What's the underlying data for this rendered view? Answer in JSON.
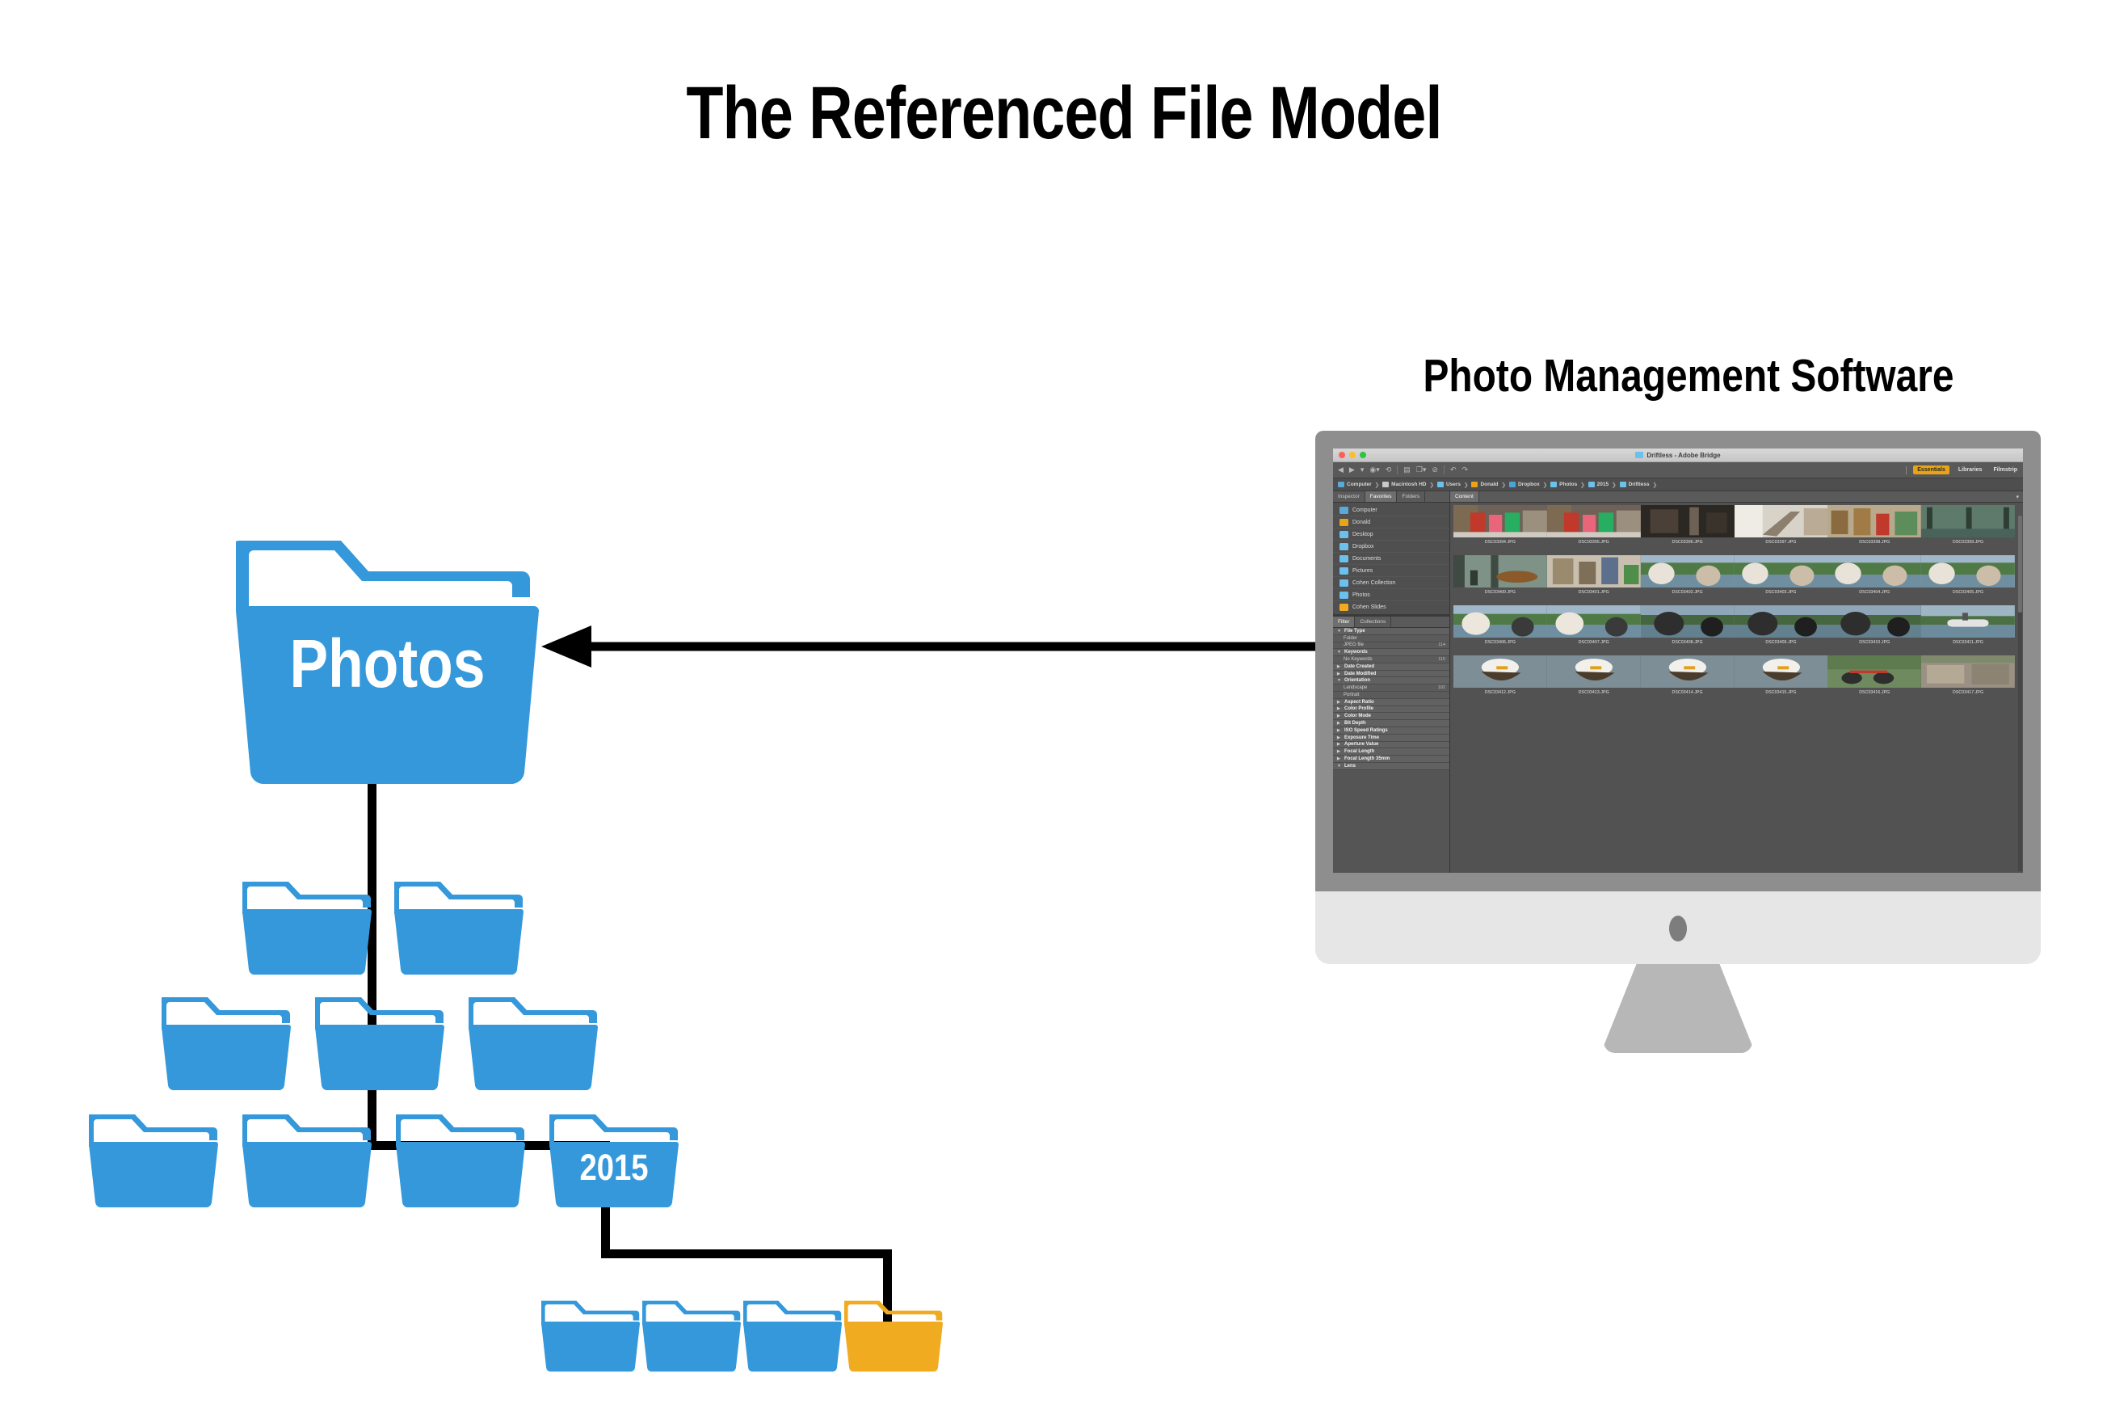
{
  "title": "The Referenced File Model",
  "subtitle": "Photo Management Software",
  "colors": {
    "folder_blue": "#3498db",
    "folder_orange": "#f0ab21",
    "connector_black": "#000000",
    "accent_orange": "#e8a317",
    "background": "#ffffff"
  },
  "tree": {
    "root_label": "Photos",
    "highlight_label": "2015",
    "levels": [
      {
        "name": "root",
        "folders": [
          "Photos"
        ]
      },
      {
        "name": "level-1",
        "folders": [
          "",
          ""
        ]
      },
      {
        "name": "level-2",
        "folders": [
          "",
          "",
          ""
        ]
      },
      {
        "name": "level-3",
        "folders": [
          "",
          "",
          "",
          "2015"
        ]
      },
      {
        "name": "level-4",
        "folders": [
          "",
          "",
          "",
          ""
        ]
      }
    ],
    "arrow": {
      "direction": "left",
      "from": "photo-management-software",
      "to": "photos-folder"
    }
  },
  "bridge": {
    "window_title": "Driftless - Adobe Bridge",
    "traffic_lights": [
      "close",
      "minimize",
      "zoom"
    ],
    "toolbar_icons": [
      "back-arrow-icon",
      "forward-arrow-icon",
      "chevron-down-icon",
      "camera-import-icon",
      "refine-icon",
      "rotate-ccw-icon",
      "open-in-icon",
      "new-folder-icon",
      "delete-icon",
      "undo-icon",
      "redo-icon"
    ],
    "workspace_tabs": [
      {
        "label": "Essentials",
        "active": true
      },
      {
        "label": "Libraries",
        "active": false
      },
      {
        "label": "Filmstrip",
        "active": false
      }
    ],
    "breadcrumb": [
      {
        "label": "Computer",
        "icon": "computer-icon"
      },
      {
        "label": "Macintosh HD",
        "icon": "drive-icon"
      },
      {
        "label": "Users",
        "icon": "folder-icon"
      },
      {
        "label": "Donald",
        "icon": "home-icon"
      },
      {
        "label": "Dropbox",
        "icon": "dropbox-icon"
      },
      {
        "label": "Photos",
        "icon": "folder-icon"
      },
      {
        "label": "2015",
        "icon": "folder-icon"
      },
      {
        "label": "Driftless",
        "icon": "folder-icon"
      }
    ],
    "left_panel_tabs": [
      {
        "label": "Inspector",
        "active": false
      },
      {
        "label": "Favorites",
        "active": true
      },
      {
        "label": "Folders",
        "active": false
      }
    ],
    "favorites": [
      {
        "label": "Computer",
        "icon": "computer-icon",
        "color": "#5aa9d6"
      },
      {
        "label": "Donald",
        "icon": "home-icon",
        "color": "#e8a317"
      },
      {
        "label": "Desktop",
        "icon": "folder-icon",
        "color": "#6bc0ec"
      },
      {
        "label": "Dropbox",
        "icon": "dropbox-icon",
        "color": "#6bc0ec"
      },
      {
        "label": "Documents",
        "icon": "folder-icon",
        "color": "#6bc0ec"
      },
      {
        "label": "Pictures",
        "icon": "folder-icon",
        "color": "#6bc0ec"
      },
      {
        "label": "Cohen Collection",
        "icon": "folder-icon",
        "color": "#6bc0ec"
      },
      {
        "label": "Photos",
        "icon": "folder-icon",
        "color": "#6bc0ec"
      },
      {
        "label": "Cohen Slides",
        "icon": "folder-icon",
        "color": "#f0ab21"
      }
    ],
    "filter_panel_tabs": [
      {
        "label": "Filter",
        "active": true
      },
      {
        "label": "Collections",
        "active": false
      }
    ],
    "filters": [
      {
        "label": "File Type",
        "type": "group",
        "expanded": true,
        "count": ""
      },
      {
        "label": "Folder",
        "type": "leaf",
        "count": ""
      },
      {
        "label": "JPEG file",
        "type": "leaf",
        "count": "114"
      },
      {
        "label": "Keywords",
        "type": "group",
        "expanded": true,
        "count": ""
      },
      {
        "label": "No Keywords",
        "type": "leaf",
        "count": "115"
      },
      {
        "label": "Date Created",
        "type": "group",
        "expanded": false,
        "count": ""
      },
      {
        "label": "Date Modified",
        "type": "group",
        "expanded": false,
        "count": ""
      },
      {
        "label": "Orientation",
        "type": "group",
        "expanded": true,
        "count": ""
      },
      {
        "label": "Landscape",
        "type": "leaf",
        "count": "102"
      },
      {
        "label": "Portrait",
        "type": "leaf",
        "count": ""
      },
      {
        "label": "Aspect Ratio",
        "type": "group",
        "expanded": false,
        "count": ""
      },
      {
        "label": "Color Profile",
        "type": "group",
        "expanded": false,
        "count": ""
      },
      {
        "label": "Color Mode",
        "type": "group",
        "expanded": false,
        "count": ""
      },
      {
        "label": "Bit Depth",
        "type": "group",
        "expanded": false,
        "count": ""
      },
      {
        "label": "ISO Speed Ratings",
        "type": "group",
        "expanded": false,
        "count": ""
      },
      {
        "label": "Exposure Time",
        "type": "group",
        "expanded": false,
        "count": ""
      },
      {
        "label": "Aperture Value",
        "type": "group",
        "expanded": false,
        "count": ""
      },
      {
        "label": "Focal Length",
        "type": "group",
        "expanded": false,
        "count": ""
      },
      {
        "label": "Focal Length 35mm",
        "type": "group",
        "expanded": false,
        "count": ""
      },
      {
        "label": "Lens",
        "type": "group",
        "expanded": true,
        "count": ""
      }
    ],
    "content_tabs": [
      {
        "label": "Content",
        "active": true
      }
    ],
    "thumbnails": [
      {
        "name": "DSC03394.JPG",
        "scene": "red-green-people"
      },
      {
        "name": "DSC03395.JPG",
        "scene": "red-green-people"
      },
      {
        "name": "DSC03396.JPG",
        "scene": "dark-interior"
      },
      {
        "name": "DSC03397.JPG",
        "scene": "stairs-interior"
      },
      {
        "name": "DSC03398.JPG",
        "scene": "market-crowd"
      },
      {
        "name": "DSC03399.JPG",
        "scene": "window-frame"
      },
      {
        "name": "DSC03400.JPG",
        "scene": "decoy-window"
      },
      {
        "name": "DSC03401.JPG",
        "scene": "shop-interior"
      },
      {
        "name": "DSC03402.JPG",
        "scene": "river-portrait"
      },
      {
        "name": "DSC03403.JPG",
        "scene": "river-portrait"
      },
      {
        "name": "DSC03404.JPG",
        "scene": "river-portrait"
      },
      {
        "name": "DSC03405.JPG",
        "scene": "river-portrait"
      },
      {
        "name": "DSC03406.JPG",
        "scene": "river-portrait"
      },
      {
        "name": "DSC03407.JPG",
        "scene": "river-portrait"
      },
      {
        "name": "DSC03408.JPG",
        "scene": "river-dark"
      },
      {
        "name": "DSC03409.JPG",
        "scene": "river-dark"
      },
      {
        "name": "DSC03410.JPG",
        "scene": "river-dark"
      },
      {
        "name": "DSC03411.JPG",
        "scene": "boat-river"
      },
      {
        "name": "DSC03412.JPG",
        "scene": "eagle-white"
      },
      {
        "name": "DSC03413.JPG",
        "scene": "eagle-white"
      },
      {
        "name": "DSC03414.JPG",
        "scene": "eagle-white"
      },
      {
        "name": "DSC03415.JPG",
        "scene": "eagle-white"
      },
      {
        "name": "DSC03416.JPG",
        "scene": "bikes-green"
      },
      {
        "name": "DSC03417.JPG",
        "scene": "stone-wall"
      }
    ]
  }
}
